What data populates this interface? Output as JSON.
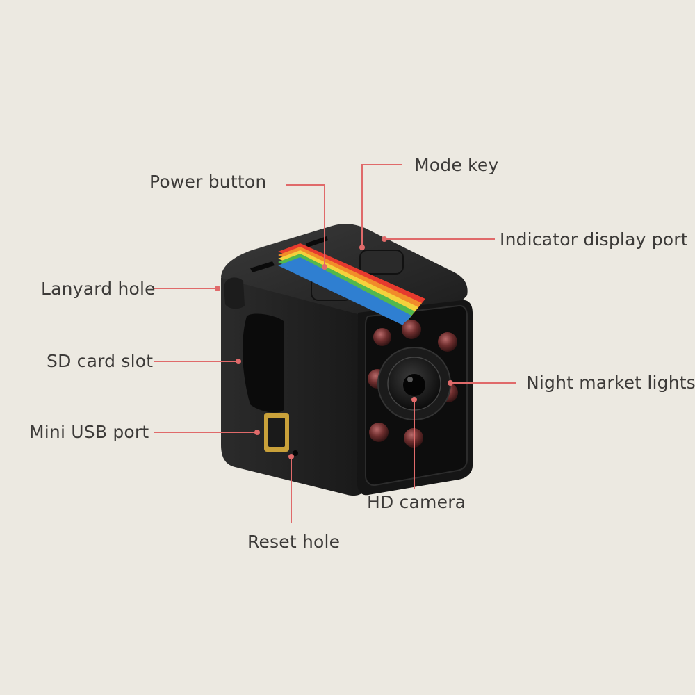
{
  "callouts": {
    "power_button": "Power button",
    "mode_key": "Mode key",
    "indicator_display_port": "Indicator display port",
    "lanyard_hole": "Lanyard hole",
    "sd_card_slot": "SD card slot",
    "mini_usb_port": "Mini USB port",
    "night_market_lights": "Night market lights",
    "hd_camera": "HD camera",
    "reset_hole": "Reset hole"
  },
  "colors": {
    "background": "#ece9e1",
    "leader_line": "#e06a6a",
    "label_text": "#3c3a38",
    "body": "#222222",
    "stripe": [
      "#e63a2e",
      "#f18c2a",
      "#f4d23c",
      "#52b84d",
      "#2f7fd1"
    ]
  },
  "icons": [
    "mini-camera-cube",
    "rainbow-stripe",
    "ir-led",
    "camera-lens"
  ]
}
